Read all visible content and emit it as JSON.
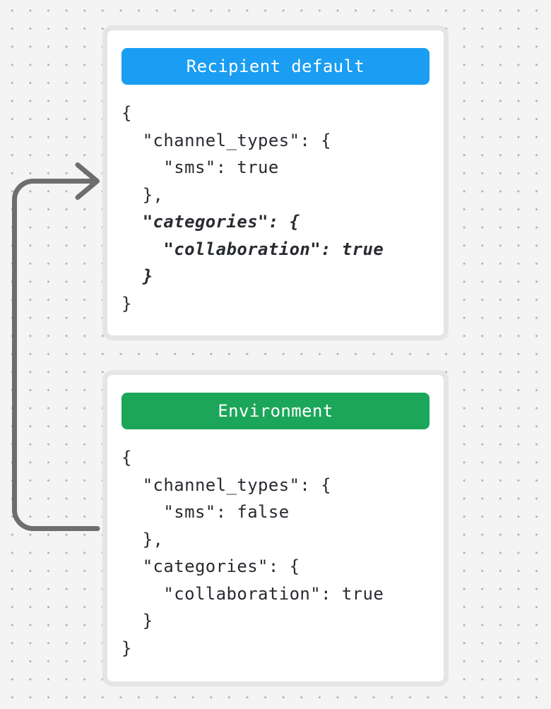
{
  "canvas": {
    "background_color": "#f4f4f4",
    "dot_color": "#b1b1b1"
  },
  "arrow": {
    "semantic": "flow-from-environment-to-recipient-default",
    "color": "#6e6e6e"
  },
  "cards": [
    {
      "title": "Recipient default",
      "header_color": "#1a9df2",
      "code": [
        {
          "text": "{",
          "style": "normal"
        },
        {
          "text": "  \"channel_types\": {",
          "style": "normal"
        },
        {
          "text": "    \"sms\": true",
          "style": "normal"
        },
        {
          "text": "  },",
          "style": "normal"
        },
        {
          "text": "  \"categories\": {",
          "style": "em"
        },
        {
          "text": "    \"collaboration\": true",
          "style": "em"
        },
        {
          "text": "  }",
          "style": "em"
        },
        {
          "text": "}",
          "style": "normal"
        }
      ]
    },
    {
      "title": "Environment",
      "header_color": "#1ca65a",
      "code": [
        {
          "text": "{",
          "style": "normal"
        },
        {
          "text": "  \"channel_types\": {",
          "style": "normal"
        },
        {
          "text": "    \"sms\": false",
          "style": "normal"
        },
        {
          "text": "  },",
          "style": "normal"
        },
        {
          "text": "  \"categories\": {",
          "style": "normal"
        },
        {
          "text": "    \"collaboration\": true",
          "style": "normal"
        },
        {
          "text": "  }",
          "style": "normal"
        },
        {
          "text": "}",
          "style": "normal"
        }
      ]
    }
  ]
}
